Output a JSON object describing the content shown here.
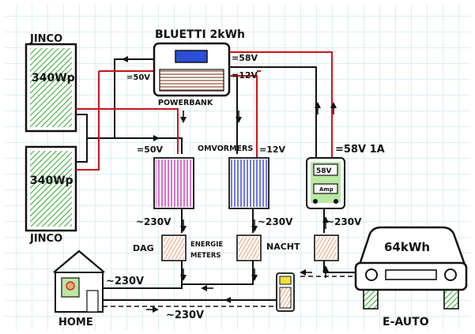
{
  "colors": {
    "paper": "#ffffff",
    "grid": "#b9dfe8",
    "ink": "#111111",
    "red": "#c8151b",
    "panel_green": "#3fae3d",
    "inverter_pink": "#d24fc0",
    "inverter_blue": "#4b59d6",
    "meter_orange": "#f0a56d",
    "charger_green": "#b8e8a2",
    "screen_blue": "#2a4fd8"
  },
  "solar": {
    "top_brand": "JINCO",
    "top_label": "340Wp",
    "bottom_brand": "JINCO",
    "bottom_label": "340Wp"
  },
  "battery": {
    "title": "BLUETTI 2kWh",
    "subtitle": "POWERBANK",
    "in_label": "=50V",
    "out58_label": "=58V",
    "out12_label": "=12V"
  },
  "inverters": {
    "title": "OMVORMERS",
    "input_left": "=50V",
    "input_right": "=12V",
    "out_left": "~230V",
    "out_right": "~230V"
  },
  "charger": {
    "input_label": "=58V 1A",
    "display": "58V",
    "amp_display": "Amp",
    "out_label": "~230V"
  },
  "meters": {
    "left_label": "DAG",
    "center_label_1": "ENERGIE",
    "center_label_2": "METERS",
    "right_label": "NACHT"
  },
  "home": {
    "label": "HOME",
    "wire_label": "~230V"
  },
  "bottom_wire_label": "~230V",
  "car": {
    "capacity": "64kWh",
    "label": "E-AUTO"
  }
}
